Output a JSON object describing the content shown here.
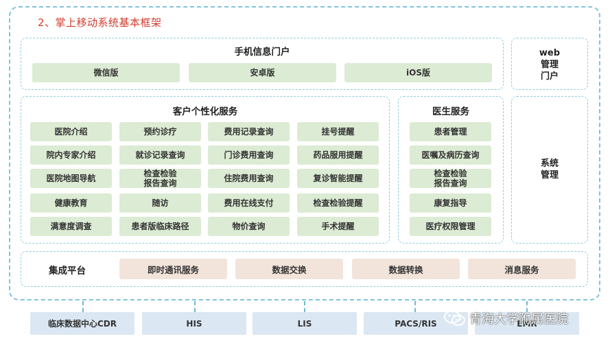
{
  "title": "2、掌上移动系统基本框架",
  "portal": {
    "title": "手机信息门户",
    "items": [
      "微信版",
      "安卓版",
      "iOS版"
    ]
  },
  "web_portal": [
    "web",
    "管理",
    "门户"
  ],
  "customer": {
    "title": "客户个性化服务",
    "items": [
      "医院介绍",
      "预约诊疗",
      "费用记录查询",
      "挂号提醒",
      "院内专家介绍",
      "就诊记录查询",
      "门诊费用查询",
      "药品服用提醒",
      "医院地图导航",
      "检查检验\n报告查询",
      "住院费用查询",
      "复诊智能提醒",
      "健康教育",
      "随访",
      "费用在线支付",
      "检查检验提醒",
      "满意度调查",
      "患者版临床路径",
      "物价查询",
      "手术提醒"
    ]
  },
  "doctor": {
    "title": "医生服务",
    "items": [
      "患者管理",
      "医嘱及病历查询",
      "检查检验\n报告查询",
      "康复指导",
      "医疗权限管理"
    ]
  },
  "system_mgmt": [
    "系统",
    "管理"
  ],
  "integration": {
    "label": "集成平台",
    "items": [
      "即时通讯服务",
      "数据交换",
      "数据转换",
      "消息服务"
    ]
  },
  "bottom_systems": [
    "临床数据中心CDR",
    "HIS",
    "LIS",
    "PACS/RIS",
    "EMR"
  ],
  "watermark": "青海大学附属医院",
  "colors": {
    "title_red": "#d23b2c",
    "green_box": "#dcebd3",
    "pink_box": "#f2e4da",
    "blue_box": "#dbe7f2",
    "dashed_border": "#7fc3dd"
  }
}
